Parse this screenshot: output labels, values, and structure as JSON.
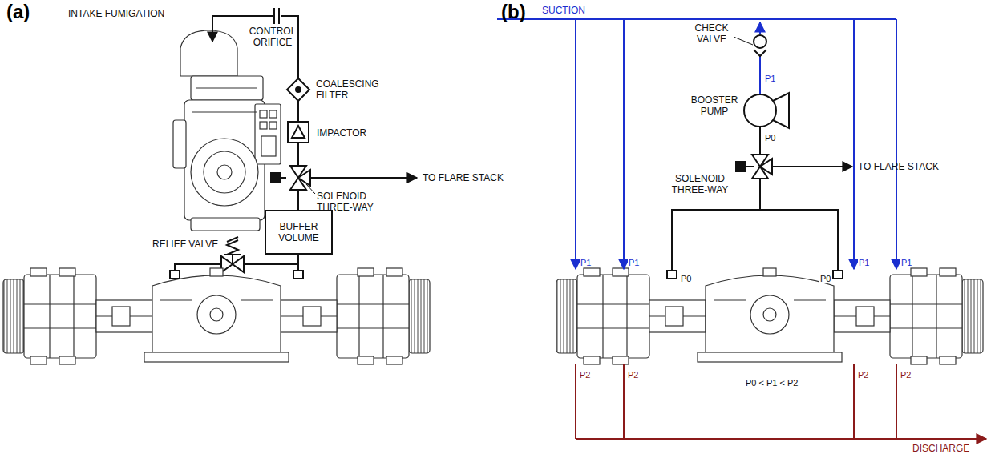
{
  "diagram": {
    "nodes": [
      {
        "text": [
          "BUFFER VOLUME"
        ]
      }
    ],
    "labels": [
      "(a)",
      "INTAKE FUMIGATION",
      "CONTROL ORIFICE",
      "COALESCING FILTER",
      "IMPACTOR",
      "TO FLARE STACK",
      "SOLENOID THREE-WAY",
      "RELIEF VALVE",
      "(b)",
      "SUCTION",
      "CHECK VALVE",
      "P1",
      "BOOSTER PUMP",
      "P0",
      "SOLENOID THREE-WAY",
      "TO FLARE STACK",
      "P1",
      "P1",
      "P0",
      "P0",
      "P1",
      "P1",
      "P2",
      "P2",
      "P2",
      "P2",
      "P0 < P1 < P2",
      "DISCHARGE"
    ]
  }
}
